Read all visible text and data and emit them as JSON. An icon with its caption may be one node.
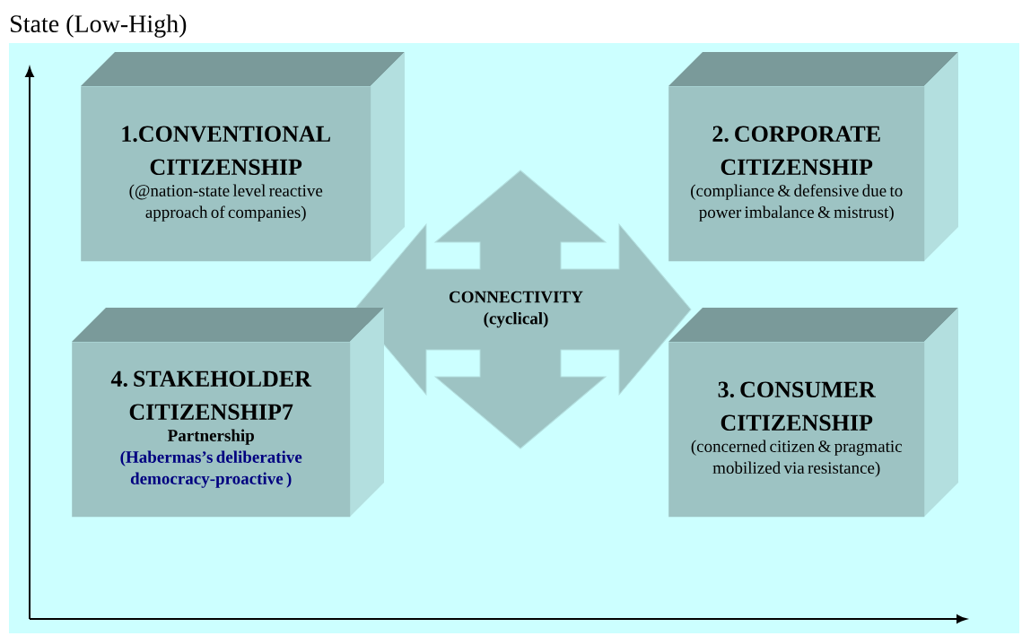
{
  "diagram": {
    "title": "State  (Low-High)",
    "nodes": [
      {
        "text": [
          "1.CONVENTIONAL CITIZENSHIP",
          "(@nation-state level reactive approach of companies)"
        ]
      },
      {
        "text": [
          "2. CORPORATE CITIZENSHIP",
          "(compliance & defensive due to power imbalance & mistrust)"
        ]
      },
      {
        "text": [
          "CONNECTIVITY",
          "(cyclical)"
        ]
      },
      {
        "text": [
          "4. STAKEHOLDER CITIZENSHIP7",
          "Partnership",
          "(Habermas’s deliberative democracy-proactive )"
        ]
      },
      {
        "text": [
          "3. CONSUMER CITIZENSHIP",
          "(concerned citizen & pragmatic mobilized via resistance)"
        ]
      }
    ],
    "edges": []
  }
}
